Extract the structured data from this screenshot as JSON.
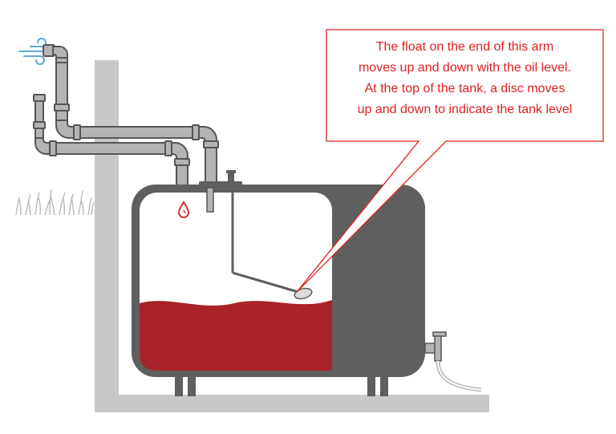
{
  "callout": {
    "lines": [
      "The float on the end of this arm",
      "moves up and down with the oil level.",
      "At the top of the tank, a disc moves",
      "up and down to indicate the tank level"
    ]
  },
  "colors": {
    "annotation_red": "#e02020",
    "oil": "#a8232a",
    "tank_steel": "#5f5f5f",
    "wall": "#c8c8c8",
    "pipe": "#b4b4b4",
    "pipe_outline": "#555555",
    "grass": "#b8b8b8",
    "vent_air": "#5fa8d3",
    "oil_drop": "#c0392b"
  },
  "icons": {
    "vent_air": "wind-swirl-icon",
    "oil_drop": "drop-icon"
  }
}
